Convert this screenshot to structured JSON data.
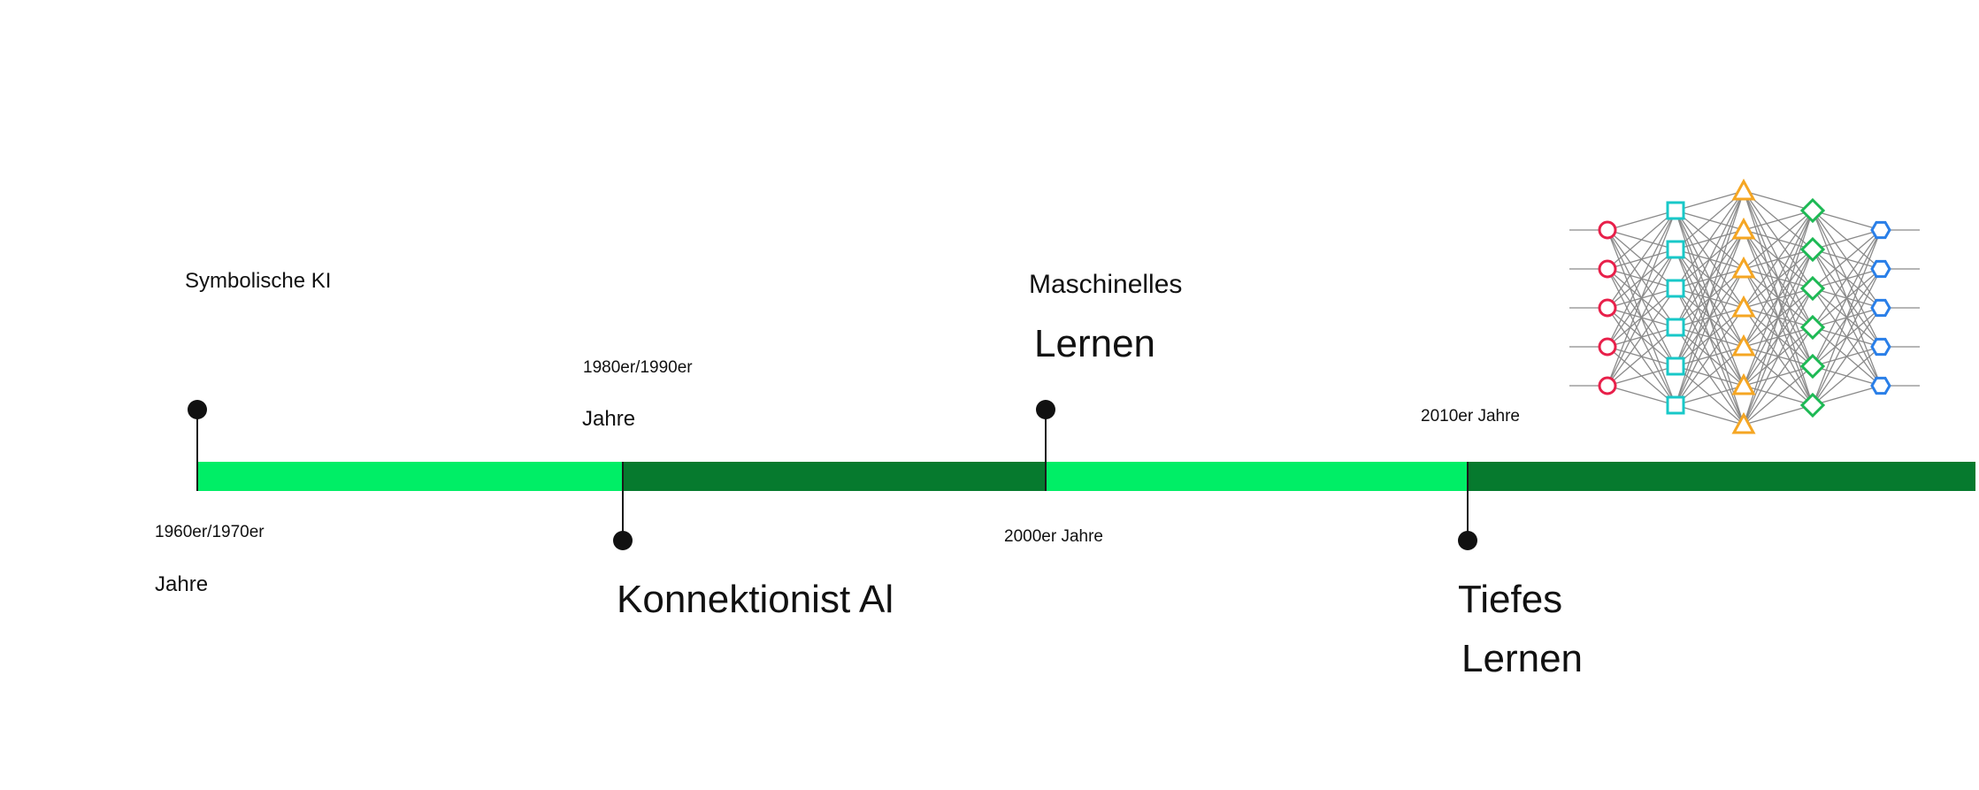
{
  "timeline": {
    "colors": {
      "light_green": "#00ee66",
      "dark_green": "#067a2e",
      "marker": "#111111"
    },
    "eras": [
      {
        "era_top": "1960er/1970er",
        "era_bottom": "Jahre",
        "title": "Symbolische KI"
      },
      {
        "era_top": "1980er/1990er",
        "era_bottom": "Jahre",
        "title": "Konnektionist Al"
      },
      {
        "era_top": "2000er Jahre",
        "title_line1": "Maschinelles",
        "title_line2": "Lernen"
      },
      {
        "era_top": "2010er Jahre",
        "title_line1": "Tiefes",
        "title_line2": "Lernen"
      }
    ]
  },
  "network_illustration": {
    "layers": [
      {
        "shape": "circle",
        "color": "#e8204a",
        "nodes": 5
      },
      {
        "shape": "square",
        "color": "#18c8c8",
        "nodes": 6
      },
      {
        "shape": "triangle",
        "color": "#f5a623",
        "nodes": 7
      },
      {
        "shape": "diamond",
        "color": "#1db954",
        "nodes": 6
      },
      {
        "shape": "hexagon",
        "color": "#2a7fe8",
        "nodes": 5
      }
    ],
    "edge_color": "#8a8a8a"
  }
}
